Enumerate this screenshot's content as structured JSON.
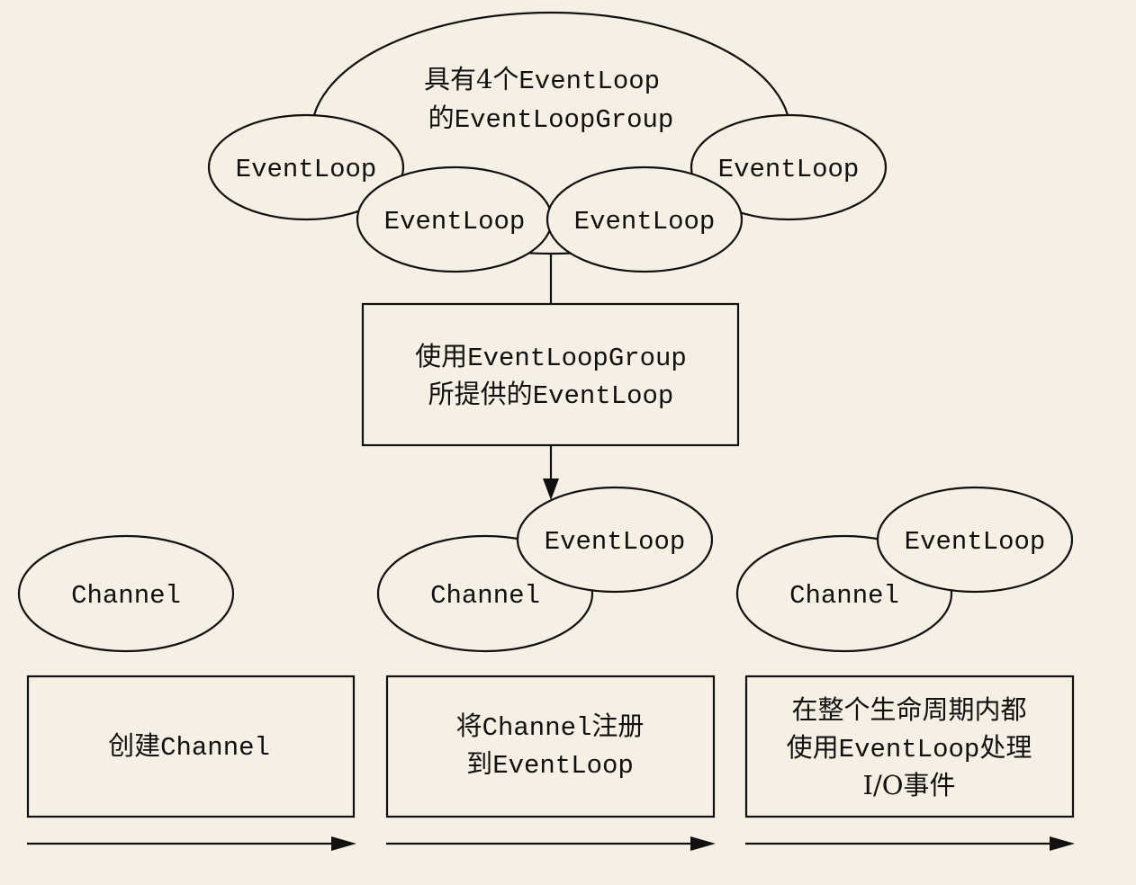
{
  "group": {
    "line1_pre": "具有4个",
    "line1_mono": "EventLoop",
    "line2_pre": "的",
    "line2_mono": "EventLoopGroup"
  },
  "group_loops": [
    "EventLoop",
    "EventLoop",
    "EventLoop",
    "EventLoop"
  ],
  "use_box": {
    "line1_pre": "使用",
    "line1_mono": "EventLoopGroup",
    "line2_pre": "所提供的",
    "line2_mono": "EventLoop"
  },
  "stages": [
    {
      "channel": "Channel",
      "box_line1_pre": "创建",
      "box_line1_mono": "Channel"
    },
    {
      "channel": "Channel",
      "eventloop": "EventLoop",
      "box_line1_pre": "将",
      "box_line1_mono": "Channel",
      "box_line1_post": "注册",
      "box_line2_pre": "到",
      "box_line2_mono": "EventLoop"
    },
    {
      "channel": "Channel",
      "eventloop": "EventLoop",
      "box_line1": "在整个生命周期内都",
      "box_line2_pre": "使用",
      "box_line2_mono": "EventLoop",
      "box_line2_post": "处理",
      "box_line3": "I/O事件"
    }
  ]
}
